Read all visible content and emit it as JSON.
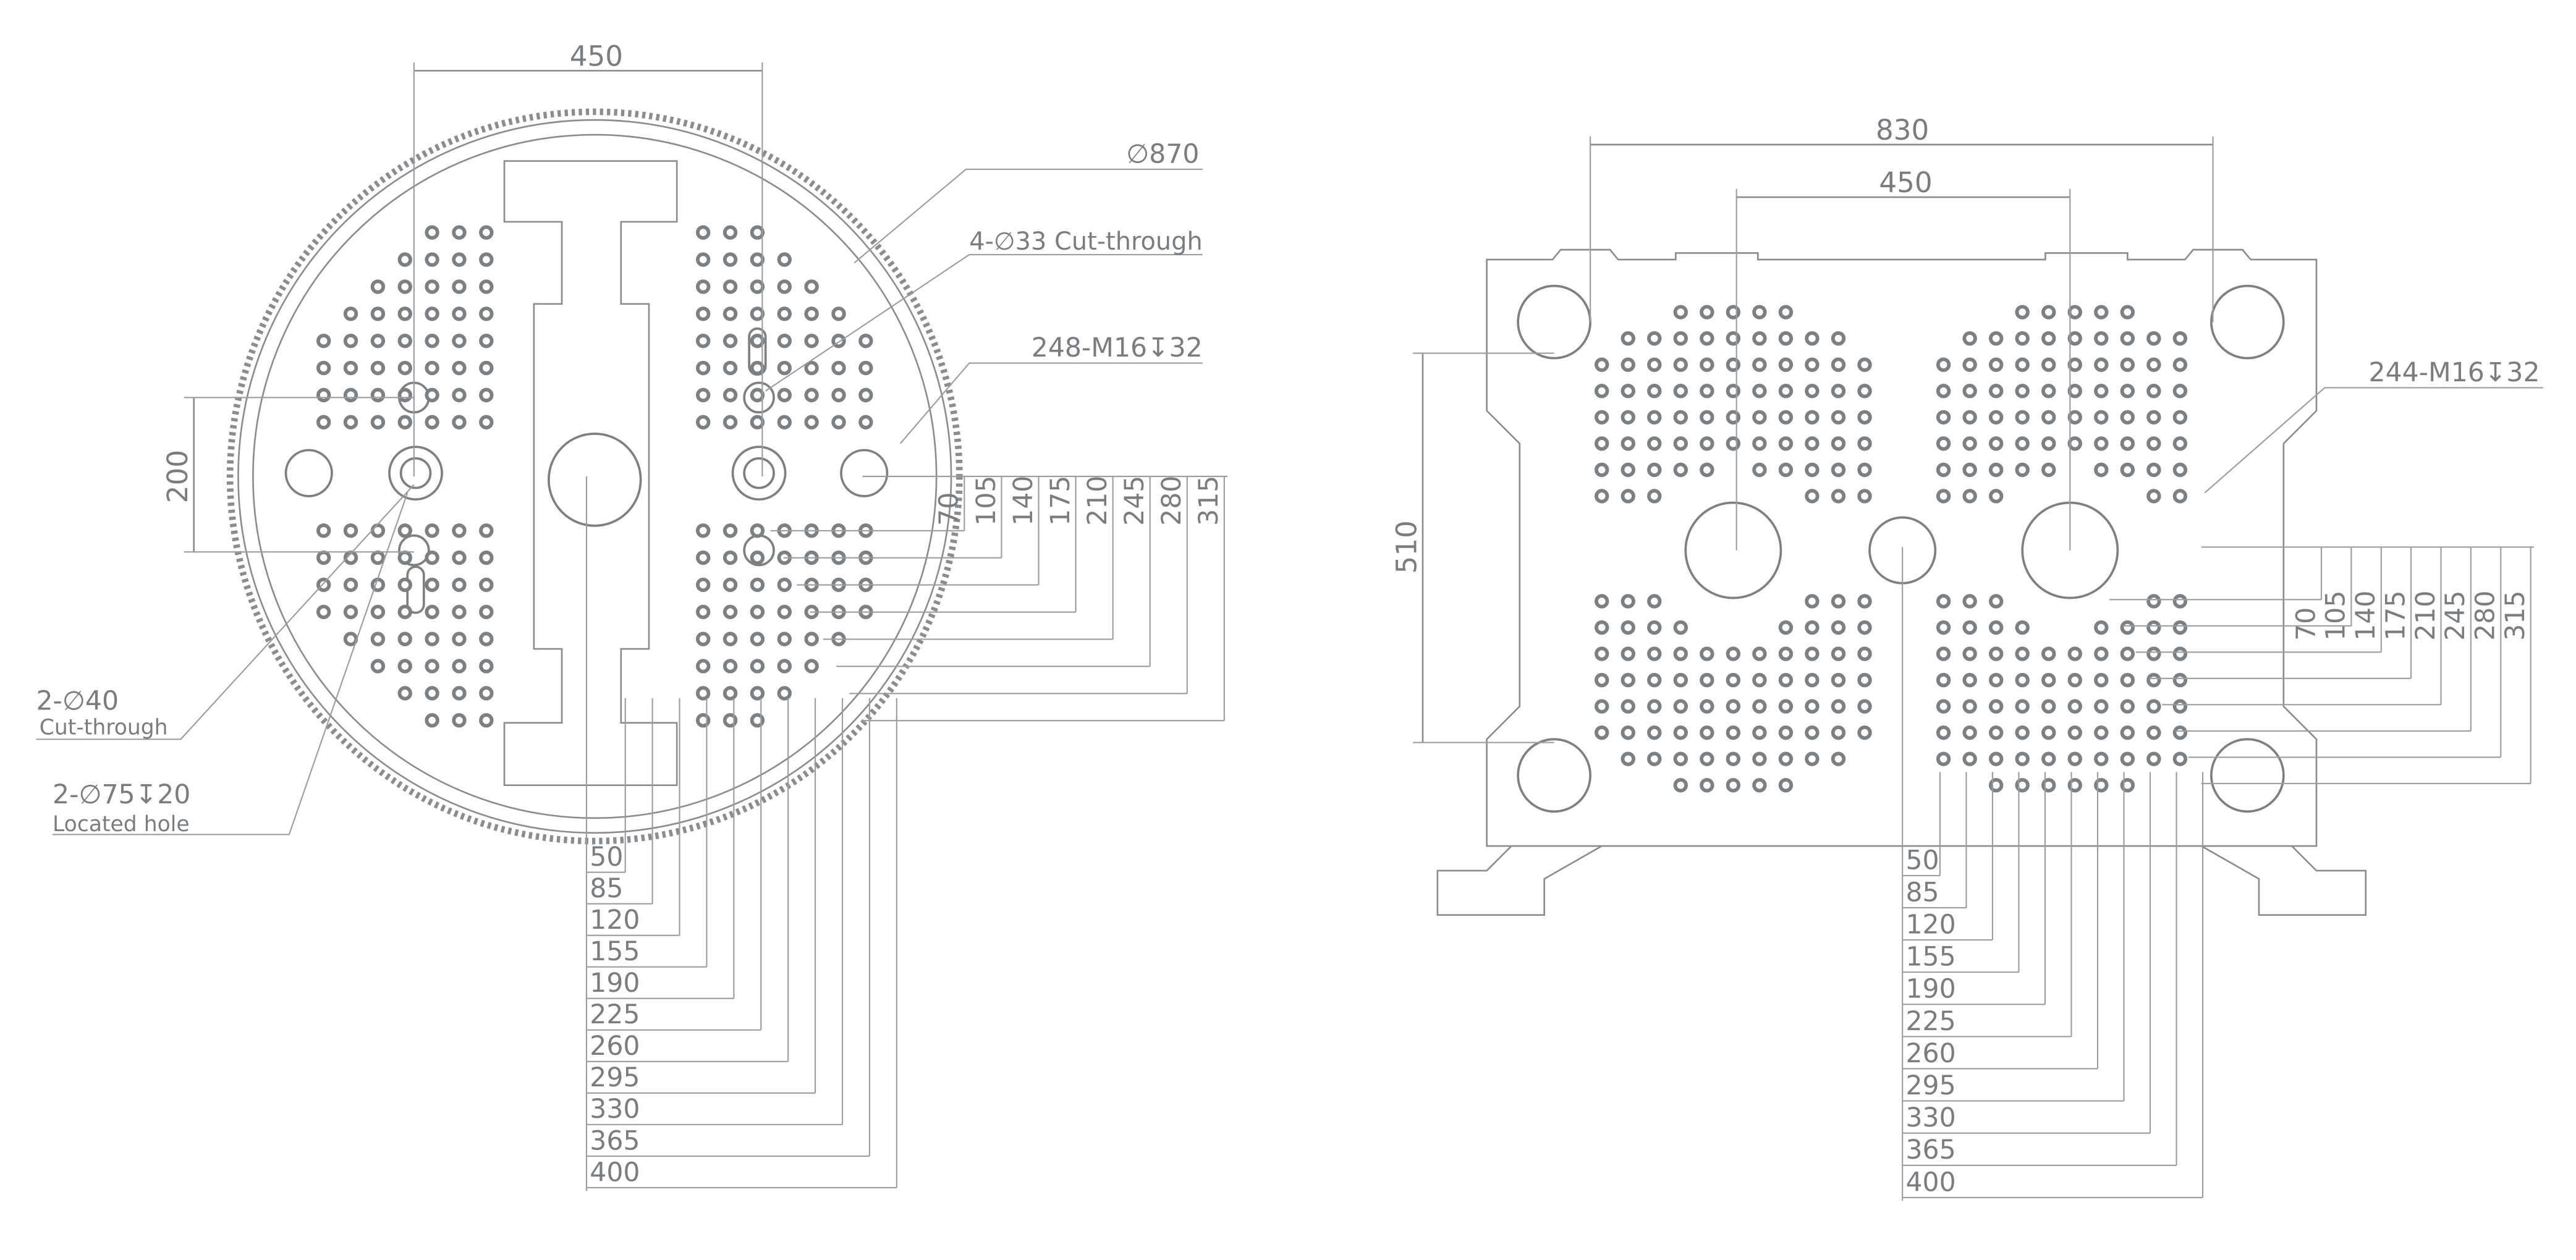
{
  "left_view": {
    "width_dim": "450",
    "height_dim": "200",
    "diameter_label": "∅870",
    "cut_through_holes": "4-∅33 Cut-through",
    "tapped_holes": "248-M16↧32",
    "center_holes": {
      "spec": "2-∅40",
      "note": "Cut-through"
    },
    "locating_holes": {
      "spec": "2-∅75↧20",
      "note": "Located hole"
    },
    "horizontal_dims": [
      "50",
      "85",
      "120",
      "155",
      "190",
      "225",
      "260",
      "295",
      "330",
      "365",
      "400"
    ],
    "vertical_dims": [
      "70",
      "105",
      "140",
      "175",
      "210",
      "245",
      "280",
      "315"
    ]
  },
  "right_view": {
    "overall_width_dim": "830",
    "tie_bar_dim": "450",
    "height_dim": "510",
    "tapped_holes": "244-M16↧32",
    "horizontal_dims": [
      "50",
      "85",
      "120",
      "155",
      "190",
      "225",
      "260",
      "295",
      "330",
      "365",
      "400"
    ],
    "vertical_dims": [
      "70",
      "105",
      "140",
      "175",
      "210",
      "245",
      "280",
      "315"
    ]
  },
  "colors": {
    "line": "#8a8d90",
    "text": "#7a7d80"
  }
}
